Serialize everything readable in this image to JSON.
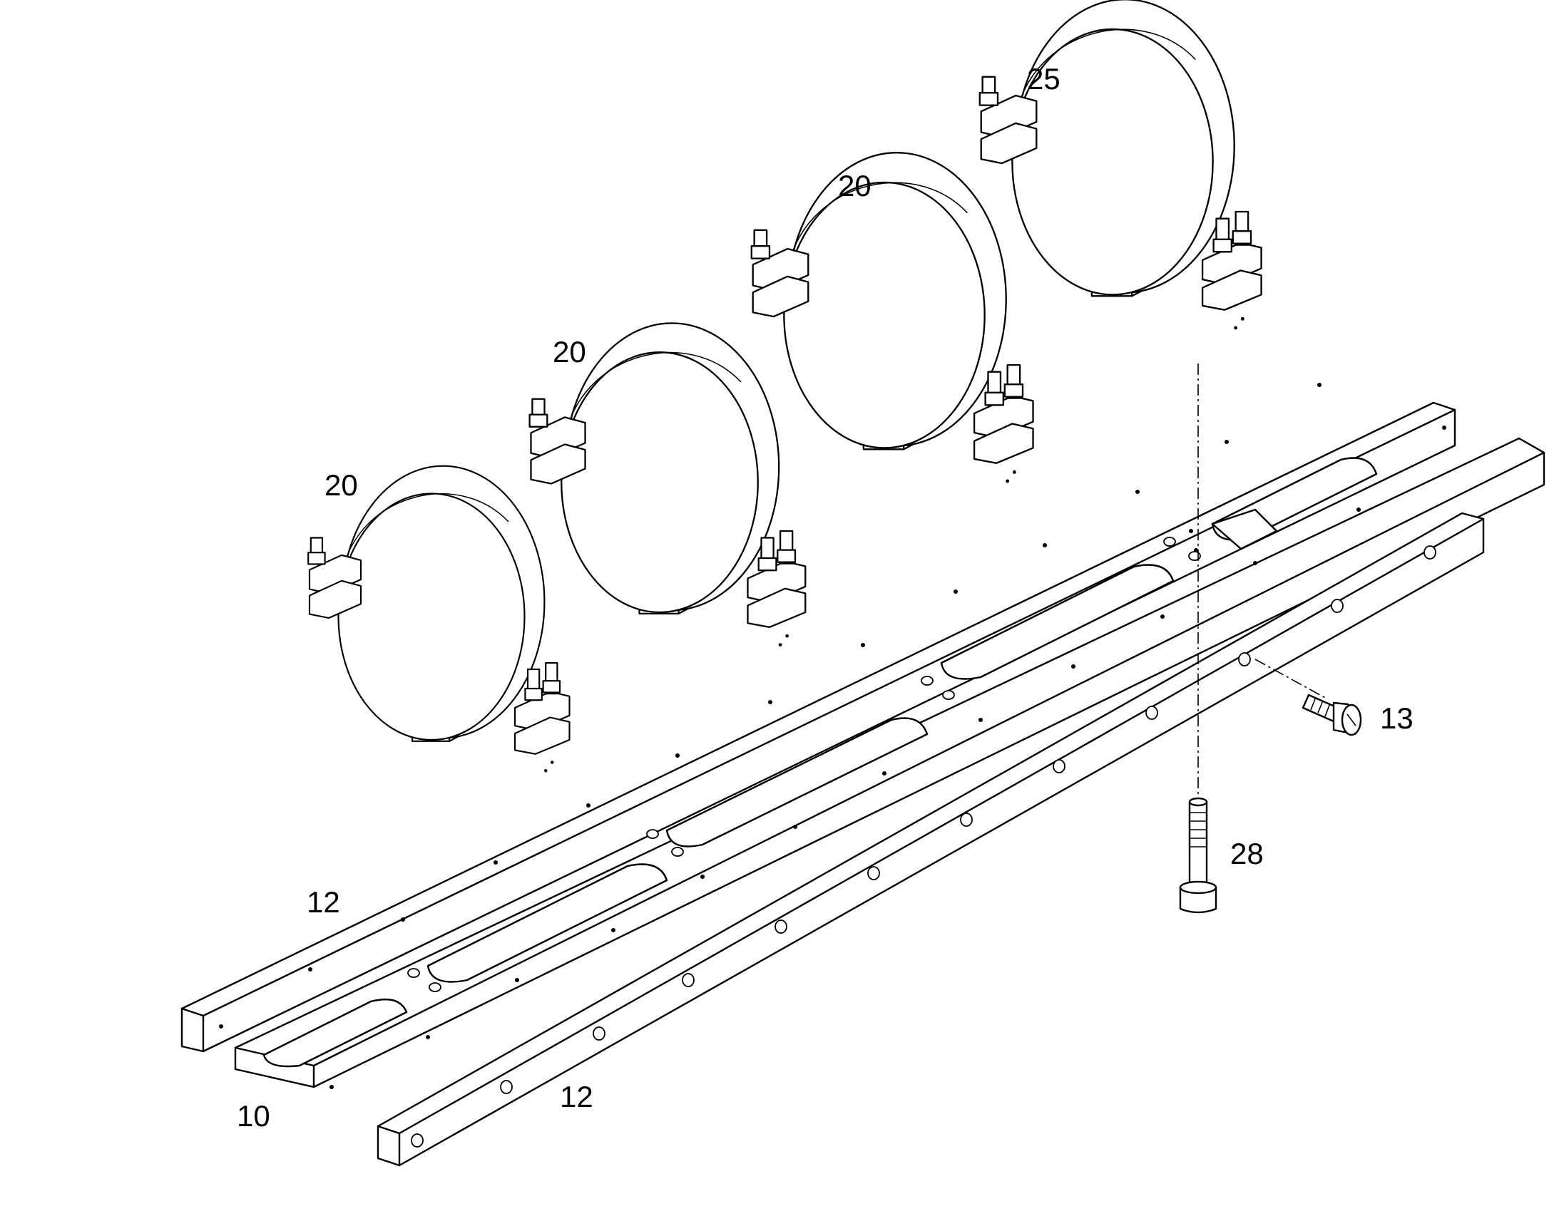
{
  "callouts": {
    "clamp_left": "20",
    "clamp_mid": "20",
    "clamp_right": "20",
    "clamp_end": "25",
    "screw_side": "13",
    "bolt_vertical": "28",
    "rail_back": "12",
    "rail_front": "12",
    "base_frame": "10"
  }
}
